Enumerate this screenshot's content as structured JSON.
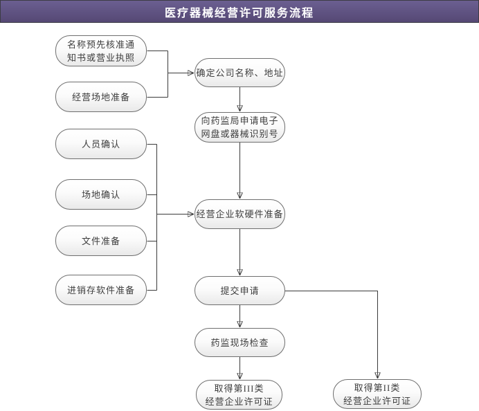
{
  "header": {
    "title": "医疗器械经营许可服务流程"
  },
  "flow": {
    "nodes": [
      {
        "id": "name_cert",
        "label": "名称预先核准通\n知书或营业执照"
      },
      {
        "id": "site_prep",
        "label": "经营场地准备"
      },
      {
        "id": "personnel",
        "label": "人员确认"
      },
      {
        "id": "site_confirm",
        "label": "场地确认"
      },
      {
        "id": "file_prep",
        "label": "文件准备"
      },
      {
        "id": "software_prep",
        "label": "进销存软件准备"
      },
      {
        "id": "company_name",
        "label": "确定公司名称、地址"
      },
      {
        "id": "apply_id",
        "label": "向药监局申请电子\n网盘或器械识别号"
      },
      {
        "id": "hw_sw_prep",
        "label": "经营企业软硬件准备"
      },
      {
        "id": "submit",
        "label": "提交申请"
      },
      {
        "id": "inspection",
        "label": "药监现场检查"
      },
      {
        "id": "class3",
        "label": "取得第III类\n经营企业许可证"
      },
      {
        "id": "class2",
        "label": "取得第II类\n经营企业许可证"
      }
    ],
    "edges": [
      {
        "from": "name_cert",
        "to": "company_name"
      },
      {
        "from": "site_prep",
        "to": "company_name"
      },
      {
        "from": "company_name",
        "to": "apply_id"
      },
      {
        "from": "apply_id",
        "to": "hw_sw_prep"
      },
      {
        "from": "personnel",
        "to": "hw_sw_prep"
      },
      {
        "from": "site_confirm",
        "to": "hw_sw_prep"
      },
      {
        "from": "file_prep",
        "to": "hw_sw_prep"
      },
      {
        "from": "software_prep",
        "to": "hw_sw_prep"
      },
      {
        "from": "hw_sw_prep",
        "to": "submit"
      },
      {
        "from": "submit",
        "to": "inspection"
      },
      {
        "from": "inspection",
        "to": "class3"
      },
      {
        "from": "submit",
        "to": "class2"
      }
    ]
  },
  "colors": {
    "header_top": "#6b5f91",
    "header_bottom": "#554874",
    "header_border": "#3c3c44",
    "title_text": "#ffffff",
    "box_border": "#6e6e6e",
    "box_fill_top": "#ffffff",
    "box_fill_bottom": "#e9e9e9",
    "box_text": "#3d3d3d",
    "line": "#3a3a3a",
    "background": "#ffffff"
  }
}
